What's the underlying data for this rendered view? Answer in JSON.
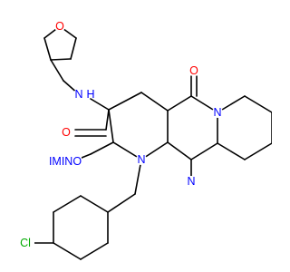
{
  "molecule": {
    "atom_labels": {
      "ring_oxygen": "O",
      "amide_nitrogen": "N",
      "amide_h": "H",
      "amide_oxygen": "O",
      "ketone_oxygen": "O",
      "imino_label": "IMINO",
      "ring_n_top": "N",
      "ring_n_bottom": "N",
      "ring_n_mid": "N",
      "chlorine": "Cl"
    },
    "colors": {
      "oxygen": "#ff0000",
      "nitrogen": "#0000ff",
      "chlorine": "#00aa00",
      "bond": "#000000"
    }
  }
}
